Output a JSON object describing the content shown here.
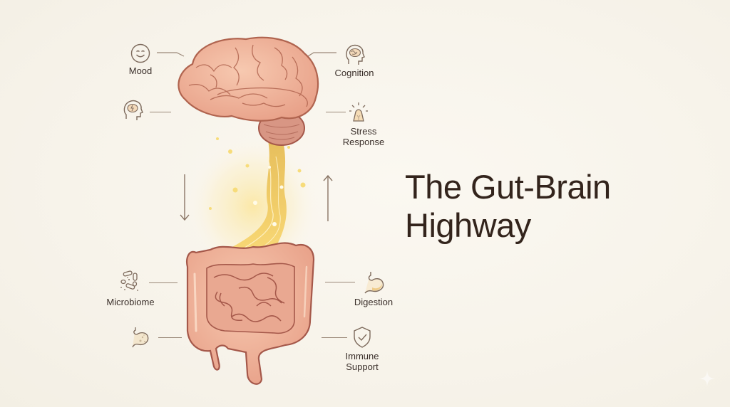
{
  "title": {
    "line1": "The Gut-Brain",
    "line2": "Highway"
  },
  "brain_side": {
    "left": [
      {
        "label": "Mood",
        "icon": "smiley-face-icon"
      },
      {
        "label": "",
        "icon": "head-brain-lightning-icon"
      }
    ],
    "right": [
      {
        "label": "Cognition",
        "icon": "head-brain-icon"
      },
      {
        "label_line1": "Stress",
        "label_line2": "Response",
        "icon": "alarm-light-icon"
      }
    ]
  },
  "gut_side": {
    "left": [
      {
        "label": "Microbiome",
        "icon": "bacteria-icon"
      },
      {
        "label": "",
        "icon": "stomach-dots-icon"
      }
    ],
    "right": [
      {
        "label": "Digestion",
        "icon": "stomach-icon"
      },
      {
        "label_line1": "Immune",
        "label_line2": "Support",
        "icon": "shield-check-icon"
      }
    ]
  },
  "arrows": {
    "left": "down-arrow-icon",
    "right": "up-arrow-icon"
  },
  "colors": {
    "background": "#f7f3ea",
    "title": "#33241c",
    "organ_fill": "#eeb39a",
    "organ_stroke": "#a5584a",
    "nerve_gold": "#f2c94c",
    "line": "#9a8878"
  }
}
